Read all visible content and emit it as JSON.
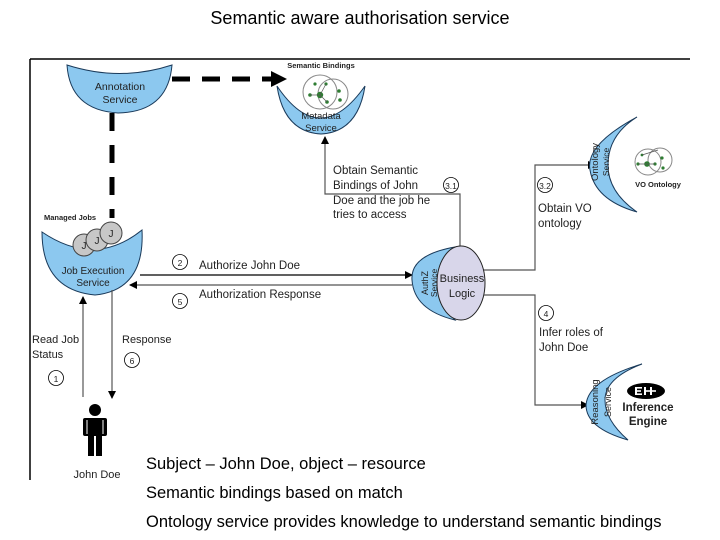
{
  "title": "Semantic aware authorisation service",
  "diagram": {
    "nodes": {
      "annotation_service": {
        "line1": "Annotation",
        "line2": "Service"
      },
      "metadata_service": {
        "line1": "Metadata",
        "line2": "Service",
        "caption": "Semantic Bindings"
      },
      "ontology_service": {
        "line1": "Ontology",
        "line2": "Service",
        "caption": "VO Ontology"
      },
      "job_execution_service": {
        "line1": "Job Execution",
        "line2": "Service",
        "caption": "Managed Jobs",
        "job_glyph": "J"
      },
      "authz_service": {
        "line1": "AuthZ",
        "line2": "Service"
      },
      "business_logic": {
        "line1": "Business",
        "line2": "Logic"
      },
      "reasoning_service": {
        "line1": "Reasoning",
        "line2": "Service"
      },
      "inference_engine": {
        "line1": "Inference",
        "line2": "Engine"
      },
      "user": {
        "name": "John Doe"
      }
    },
    "steps": {
      "s1": {
        "num": "1",
        "line1": "Read Job",
        "line2": "Status"
      },
      "s2": {
        "num": "2",
        "label": "Authorize John Doe"
      },
      "s31": {
        "num": "3.1",
        "line1": "Obtain Semantic",
        "line2": "Bindings of John",
        "line3": "Doe and the job he",
        "line4": "tries to access"
      },
      "s32": {
        "num": "3.2",
        "line1": "Obtain VO",
        "line2": "ontology"
      },
      "s4": {
        "num": "4",
        "line1": "Infer roles  of",
        "line2": "John Doe"
      },
      "s5": {
        "num": "5",
        "label": "Authorization Response"
      },
      "s6": {
        "num": "6",
        "label": "Response"
      }
    },
    "colors": {
      "service_fill": "#8cc8ef",
      "logic_fill": "#d8d6ea",
      "graph_node": "#2e7d32"
    }
  },
  "bullets": [
    "Subject – John Doe, object – resource",
    "Semantic bindings based on match",
    "Ontology service provides knowledge to understand semantic bindings"
  ]
}
